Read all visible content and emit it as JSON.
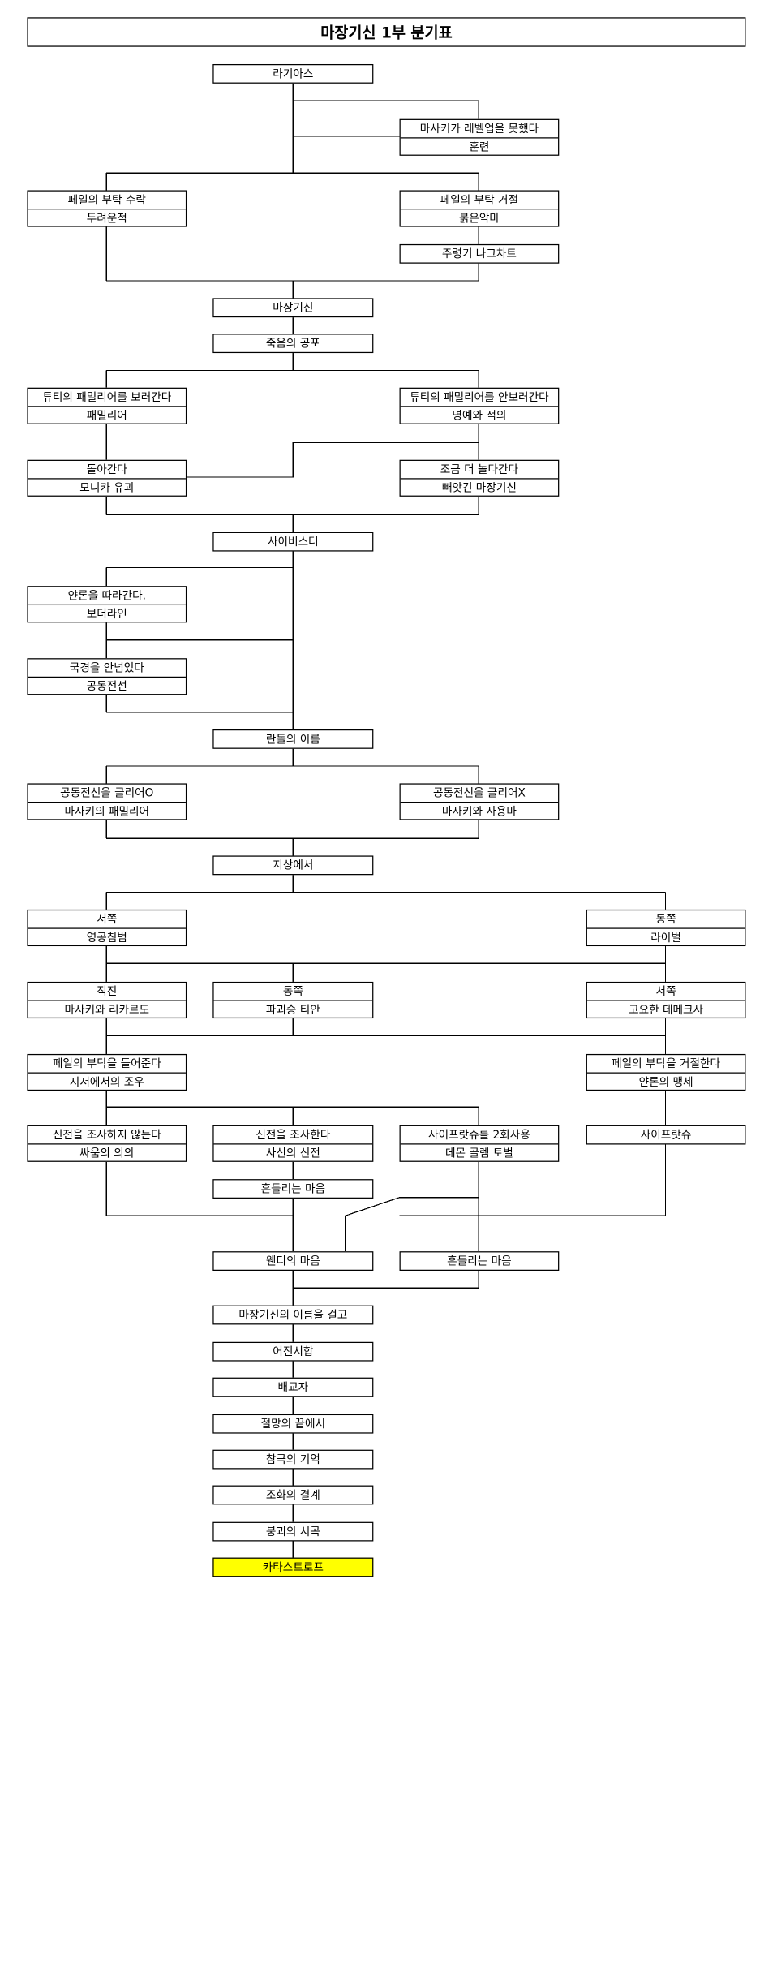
{
  "title": "마장기신 1부 분기표",
  "colors": {
    "line": "#000000",
    "highlight": "#ffff00"
  },
  "nodes": {
    "n01": {
      "label": "라기아스"
    },
    "n02": {
      "top": "마사키가 레벨업을 못했다",
      "bottom": "훈련"
    },
    "n03": {
      "top": "페일의 부탁 수락",
      "bottom": "두려운적"
    },
    "n04": {
      "top": "페일의 부탁 거절",
      "bottom": "붉은악마"
    },
    "n05": {
      "label": "주령기 나그차트"
    },
    "n06": {
      "label": "마장기신"
    },
    "n07": {
      "label": "죽음의 공포"
    },
    "n08": {
      "top": "튜티의 패밀리어를 보러간다",
      "bottom": "패밀리어"
    },
    "n09": {
      "top": "튜티의 패밀리어를 안보러간다",
      "bottom": "명예와 적의"
    },
    "n10": {
      "top": "돌아간다",
      "bottom": "모니카 유괴"
    },
    "n11": {
      "top": "조금 더 놀다간다",
      "bottom": "빼앗긴 마장기신"
    },
    "n12": {
      "label": "사이버스터"
    },
    "n13": {
      "top": "얀론을 따라간다.",
      "bottom": "보더라인"
    },
    "n14": {
      "top": "국경을 안넘었다",
      "bottom": "공동전선"
    },
    "n15": {
      "label": "란돌의 이름"
    },
    "n16": {
      "top": "공동전선을 클리어O",
      "bottom": "마사키의 패밀리어"
    },
    "n17": {
      "top": "공동전선을 클리어X",
      "bottom": "마사키와 사용마"
    },
    "n18": {
      "label": "지상에서"
    },
    "n19": {
      "top": "서쪽",
      "bottom": "영공침범"
    },
    "n20": {
      "top": "동쪽",
      "bottom": "라이벌"
    },
    "n21": {
      "top": "직진",
      "bottom": "마사키와 리카르도"
    },
    "n22": {
      "top": "동쪽",
      "bottom": "파괴승 티안"
    },
    "n23": {
      "top": "서쪽",
      "bottom": "고요한 데메크사"
    },
    "n24": {
      "top": "페일의 부탁을 들어준다",
      "bottom": "지저에서의 조우"
    },
    "n25": {
      "top": "페일의 부탁을 거절한다",
      "bottom": "얀론의 맹세"
    },
    "n26": {
      "top": "신전을 조사하지 않는다",
      "bottom": "싸움의 의의"
    },
    "n27": {
      "top": "신전을 조사한다",
      "bottom": "사신의 신전"
    },
    "n28": {
      "top": "사이프랏슈를 2회사용",
      "bottom": "데몬 골렘 토벌"
    },
    "n29": {
      "label": "사이프랏슈"
    },
    "n30": {
      "label": "흔들리는 마음"
    },
    "n31": {
      "label": "웬디의 마음"
    },
    "n32": {
      "label": "흔들리는 마음"
    },
    "n33": {
      "label": "마장기신의 이름을 걸고"
    },
    "n34": {
      "label": "어전시합"
    },
    "n35": {
      "label": "배교자"
    },
    "n36": {
      "label": "절망의 끝에서"
    },
    "n37": {
      "label": "참극의 기억"
    },
    "n38": {
      "label": "조화의 결계"
    },
    "n39": {
      "label": "붕괴의 서곡"
    },
    "n40": {
      "label": "카타스트로프",
      "highlight": true
    }
  }
}
